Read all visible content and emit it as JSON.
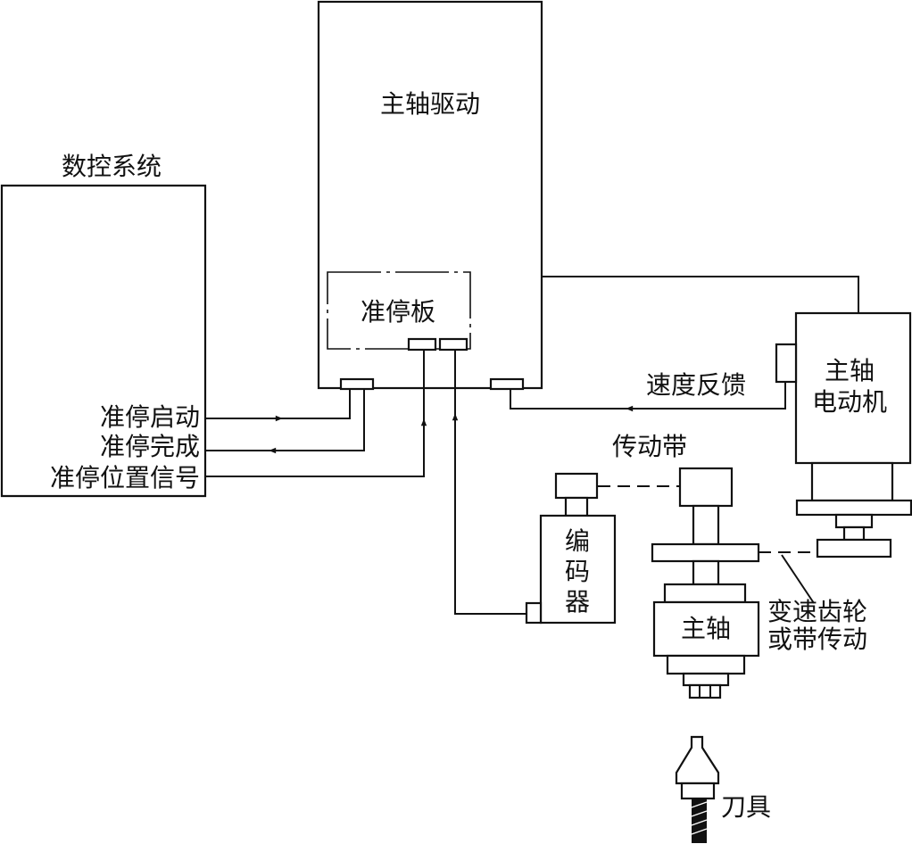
{
  "labels": {
    "cnc_system": "数控系统",
    "spindle_drive": "主轴驱动",
    "orient_board": "准停板",
    "orient_start": "准停启动",
    "orient_complete": "准停完成",
    "orient_position_signal": "准停位置信号",
    "speed_feedback": "速度反馈",
    "spindle_motor_line1": "主轴",
    "spindle_motor_line2": "电动机",
    "belt": "传动带",
    "encoder_char1": "编",
    "encoder_char2": "码",
    "encoder_char3": "器",
    "spindle": "主轴",
    "gear_line1": "变速齿轮",
    "gear_line2": "或带传动",
    "tool": "刀具"
  }
}
